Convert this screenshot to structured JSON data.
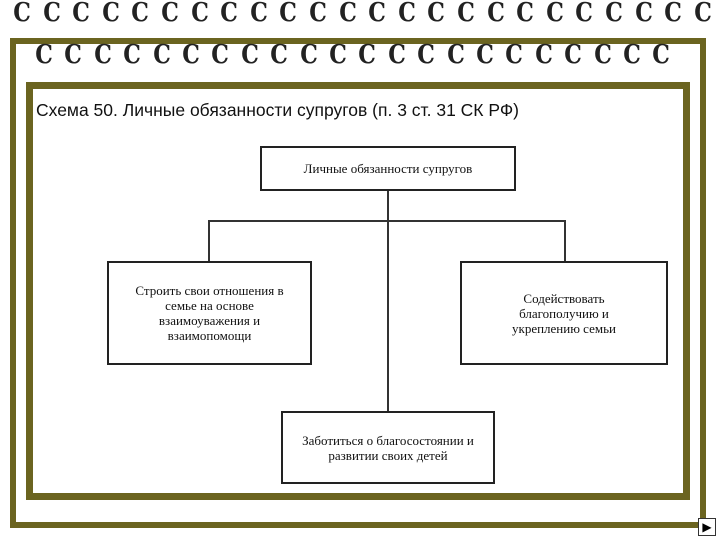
{
  "slide": {
    "title": "Схема 50. Личные обязанности супругов (п. 3 ст. 31 СК РФ)",
    "frame_color": "#6b6420",
    "ring_glyph": "C"
  },
  "diagram": {
    "root": "Личные обязанности супругов",
    "left": "Строить свои отношения в семье на основе взаимоуважения и взаимопомощи",
    "right": "Содействовать благополучию и укреплению семьи",
    "bottom": "Заботиться о благосостоянии и развитии своих детей"
  },
  "nav": {
    "next_icon": "▶"
  }
}
